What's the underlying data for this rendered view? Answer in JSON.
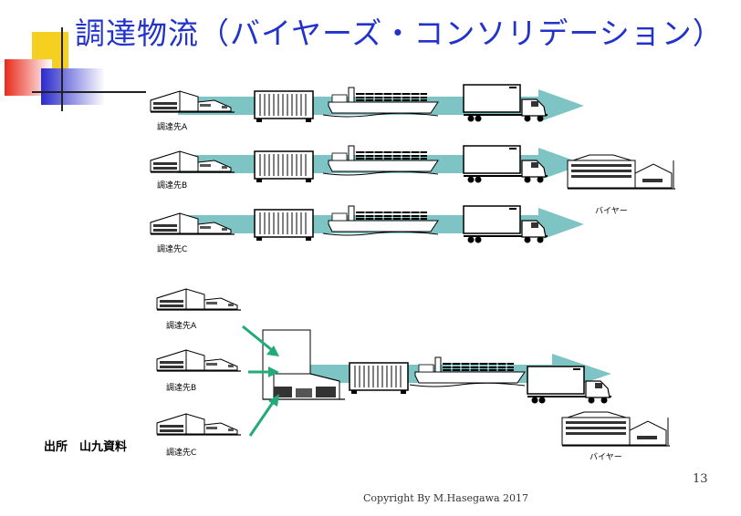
{
  "slide": {
    "title": "調達物流（バイヤーズ・コンソリデーション）",
    "page_number": "13",
    "copyright": "Copyright By M.Hasegawa 2017",
    "source": "出所　山九資料"
  },
  "top_diagram": {
    "suppliers": [
      "調達先A",
      "調達先B",
      "調達先C"
    ],
    "buyer": "バイヤー"
  },
  "bottom_diagram": {
    "suppliers": [
      "調達先A",
      "調達先B",
      "調達先C"
    ],
    "buyer": "バイヤー"
  },
  "colors": {
    "title": "#2233cc",
    "flow_arrow": "#7fc4c4",
    "green_arrow": "#22aa77",
    "deco_yellow": "#f5d020",
    "deco_red": "#e82a1a",
    "deco_blue": "#2a2acc"
  }
}
